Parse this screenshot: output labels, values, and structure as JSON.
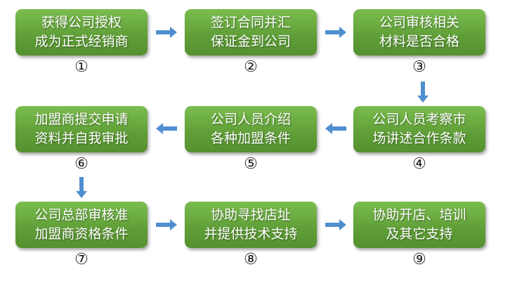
{
  "steps": [
    {
      "line1": "获得公司授权",
      "line2": "成为正式经销商",
      "num": "①"
    },
    {
      "line1": "签订合同并汇",
      "line2": "保证金到公司",
      "num": "②"
    },
    {
      "line1": "公司审核相关",
      "line2": "材料是否合格",
      "num": "③"
    },
    {
      "line1": "公司人员考察市",
      "line2": "场讲述合作条款",
      "num": "④"
    },
    {
      "line1": "公司人员介绍",
      "line2": "各种加盟条件",
      "num": "⑤"
    },
    {
      "line1": "加盟商提交申请",
      "line2": "资料并自我审批",
      "num": "⑥"
    },
    {
      "line1": "公司总部审核准",
      "line2": "加盟商资格条件",
      "num": "⑦"
    },
    {
      "line1": "协助寻找店址",
      "line2": "并提供技术支持",
      "num": "⑧"
    },
    {
      "line1": "协助开店、培训",
      "line2": "及其它支持",
      "num": "⑨"
    }
  ],
  "colors": {
    "box": "#6aa843",
    "arrow": "#4f8fcf"
  }
}
